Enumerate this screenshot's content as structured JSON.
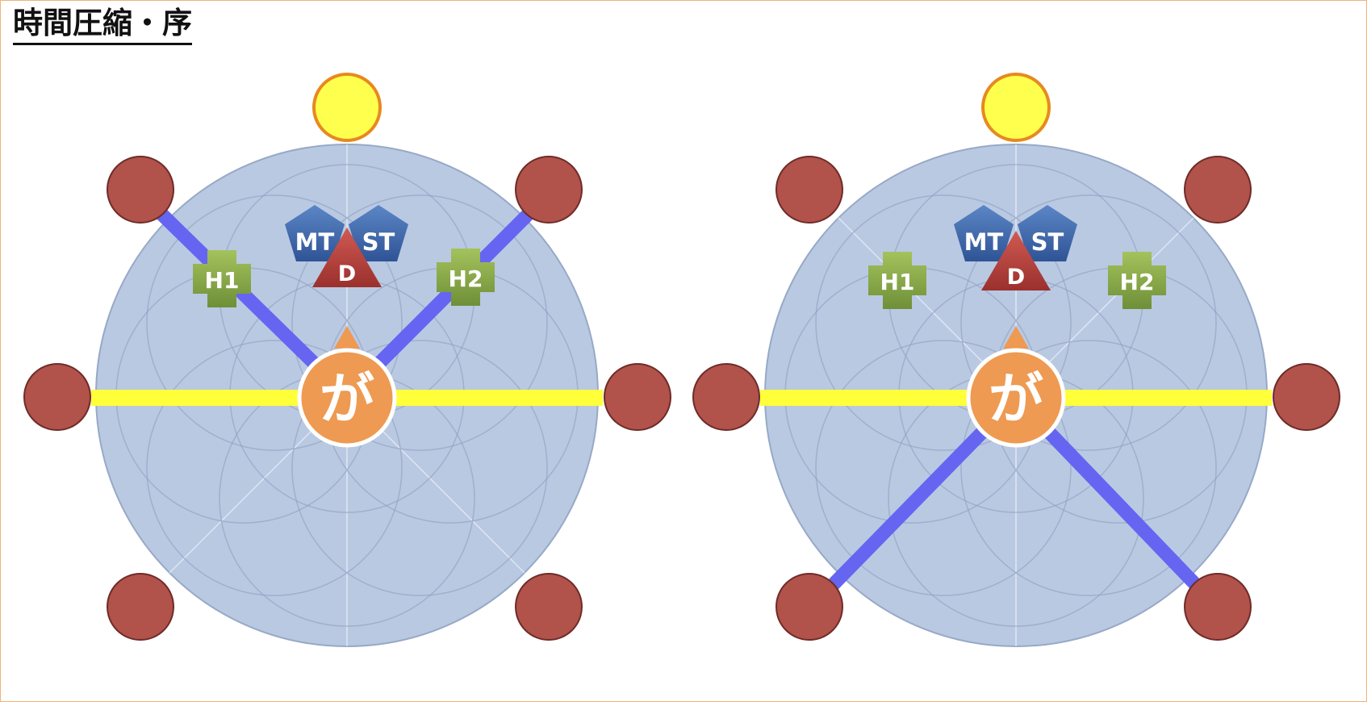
{
  "title": "時間圧縮・序",
  "colors": {
    "arena_fill": "#b9c9e2",
    "arena_line": "#97a9c6",
    "red_marker": "#b1524b",
    "yellow_marker": "#ffff4d",
    "beam_yellow": "#ffff3a",
    "beam_blue": "#6565f2",
    "boss": "#ee9a52",
    "tank": "#3e6ab0",
    "dps": "#b8403b",
    "healer": "#8aab48"
  },
  "diagrams": [
    {
      "name": "left",
      "labels": {
        "mt": "MT",
        "st": "ST",
        "d": "D",
        "h1": "H1",
        "h2": "H2",
        "boss": "が"
      }
    },
    {
      "name": "right",
      "labels": {
        "mt": "MT",
        "st": "ST",
        "d": "D",
        "h1": "H1",
        "h2": "H2",
        "boss": "が"
      }
    }
  ]
}
